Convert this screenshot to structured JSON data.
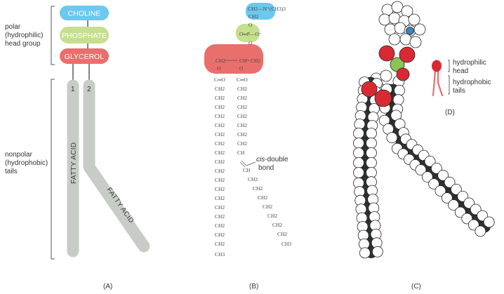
{
  "colors": {
    "choline": "#6cc8ee",
    "phosphate": "#c6df8e",
    "glycerol": "#e96f6c",
    "tail": "#c7ccc6",
    "ink": "#333333",
    "bracket": "#555555",
    "atom_white": "#ffffff",
    "atom_red": "#d92a34",
    "atom_green": "#8cc456",
    "atom_blue": "#3a83b8",
    "atom_dark": "#2f3234"
  },
  "panel_a": {
    "head_label_lines": [
      "polar",
      "(hydrophilic)",
      "head group"
    ],
    "tail_label_lines": [
      "nonpolar",
      "(hydrophobic)",
      "tails"
    ],
    "choline": "CHOLINE",
    "phosphate": "PHOSPHATE",
    "glycerol": "GLYCEROL",
    "chain_1": "1",
    "chain_2": "2",
    "fatty_acid_1": "FATTY ACID",
    "fatty_acid_2": "FATTY ACID",
    "caption": "(A)"
  },
  "panel_b": {
    "choline_formula": "CH2—N⁺(CH3)3",
    "phosphate_formula": "O═P—O⁻",
    "o_label": "O",
    "ch2_label": "CH2",
    "ch_label": "CH",
    "ch3_label": "CH3",
    "carbonyl_label": "C═O",
    "cis_label_1": "cis-double",
    "cis_label_2": "bond",
    "caption": "(B)"
  },
  "panel_c": {
    "caption": "(C)"
  },
  "panel_d": {
    "head_label_lines": [
      "hydrophilic",
      "head"
    ],
    "tail_label_lines": [
      "hydrophobic",
      "tails"
    ],
    "caption": "(D)"
  }
}
